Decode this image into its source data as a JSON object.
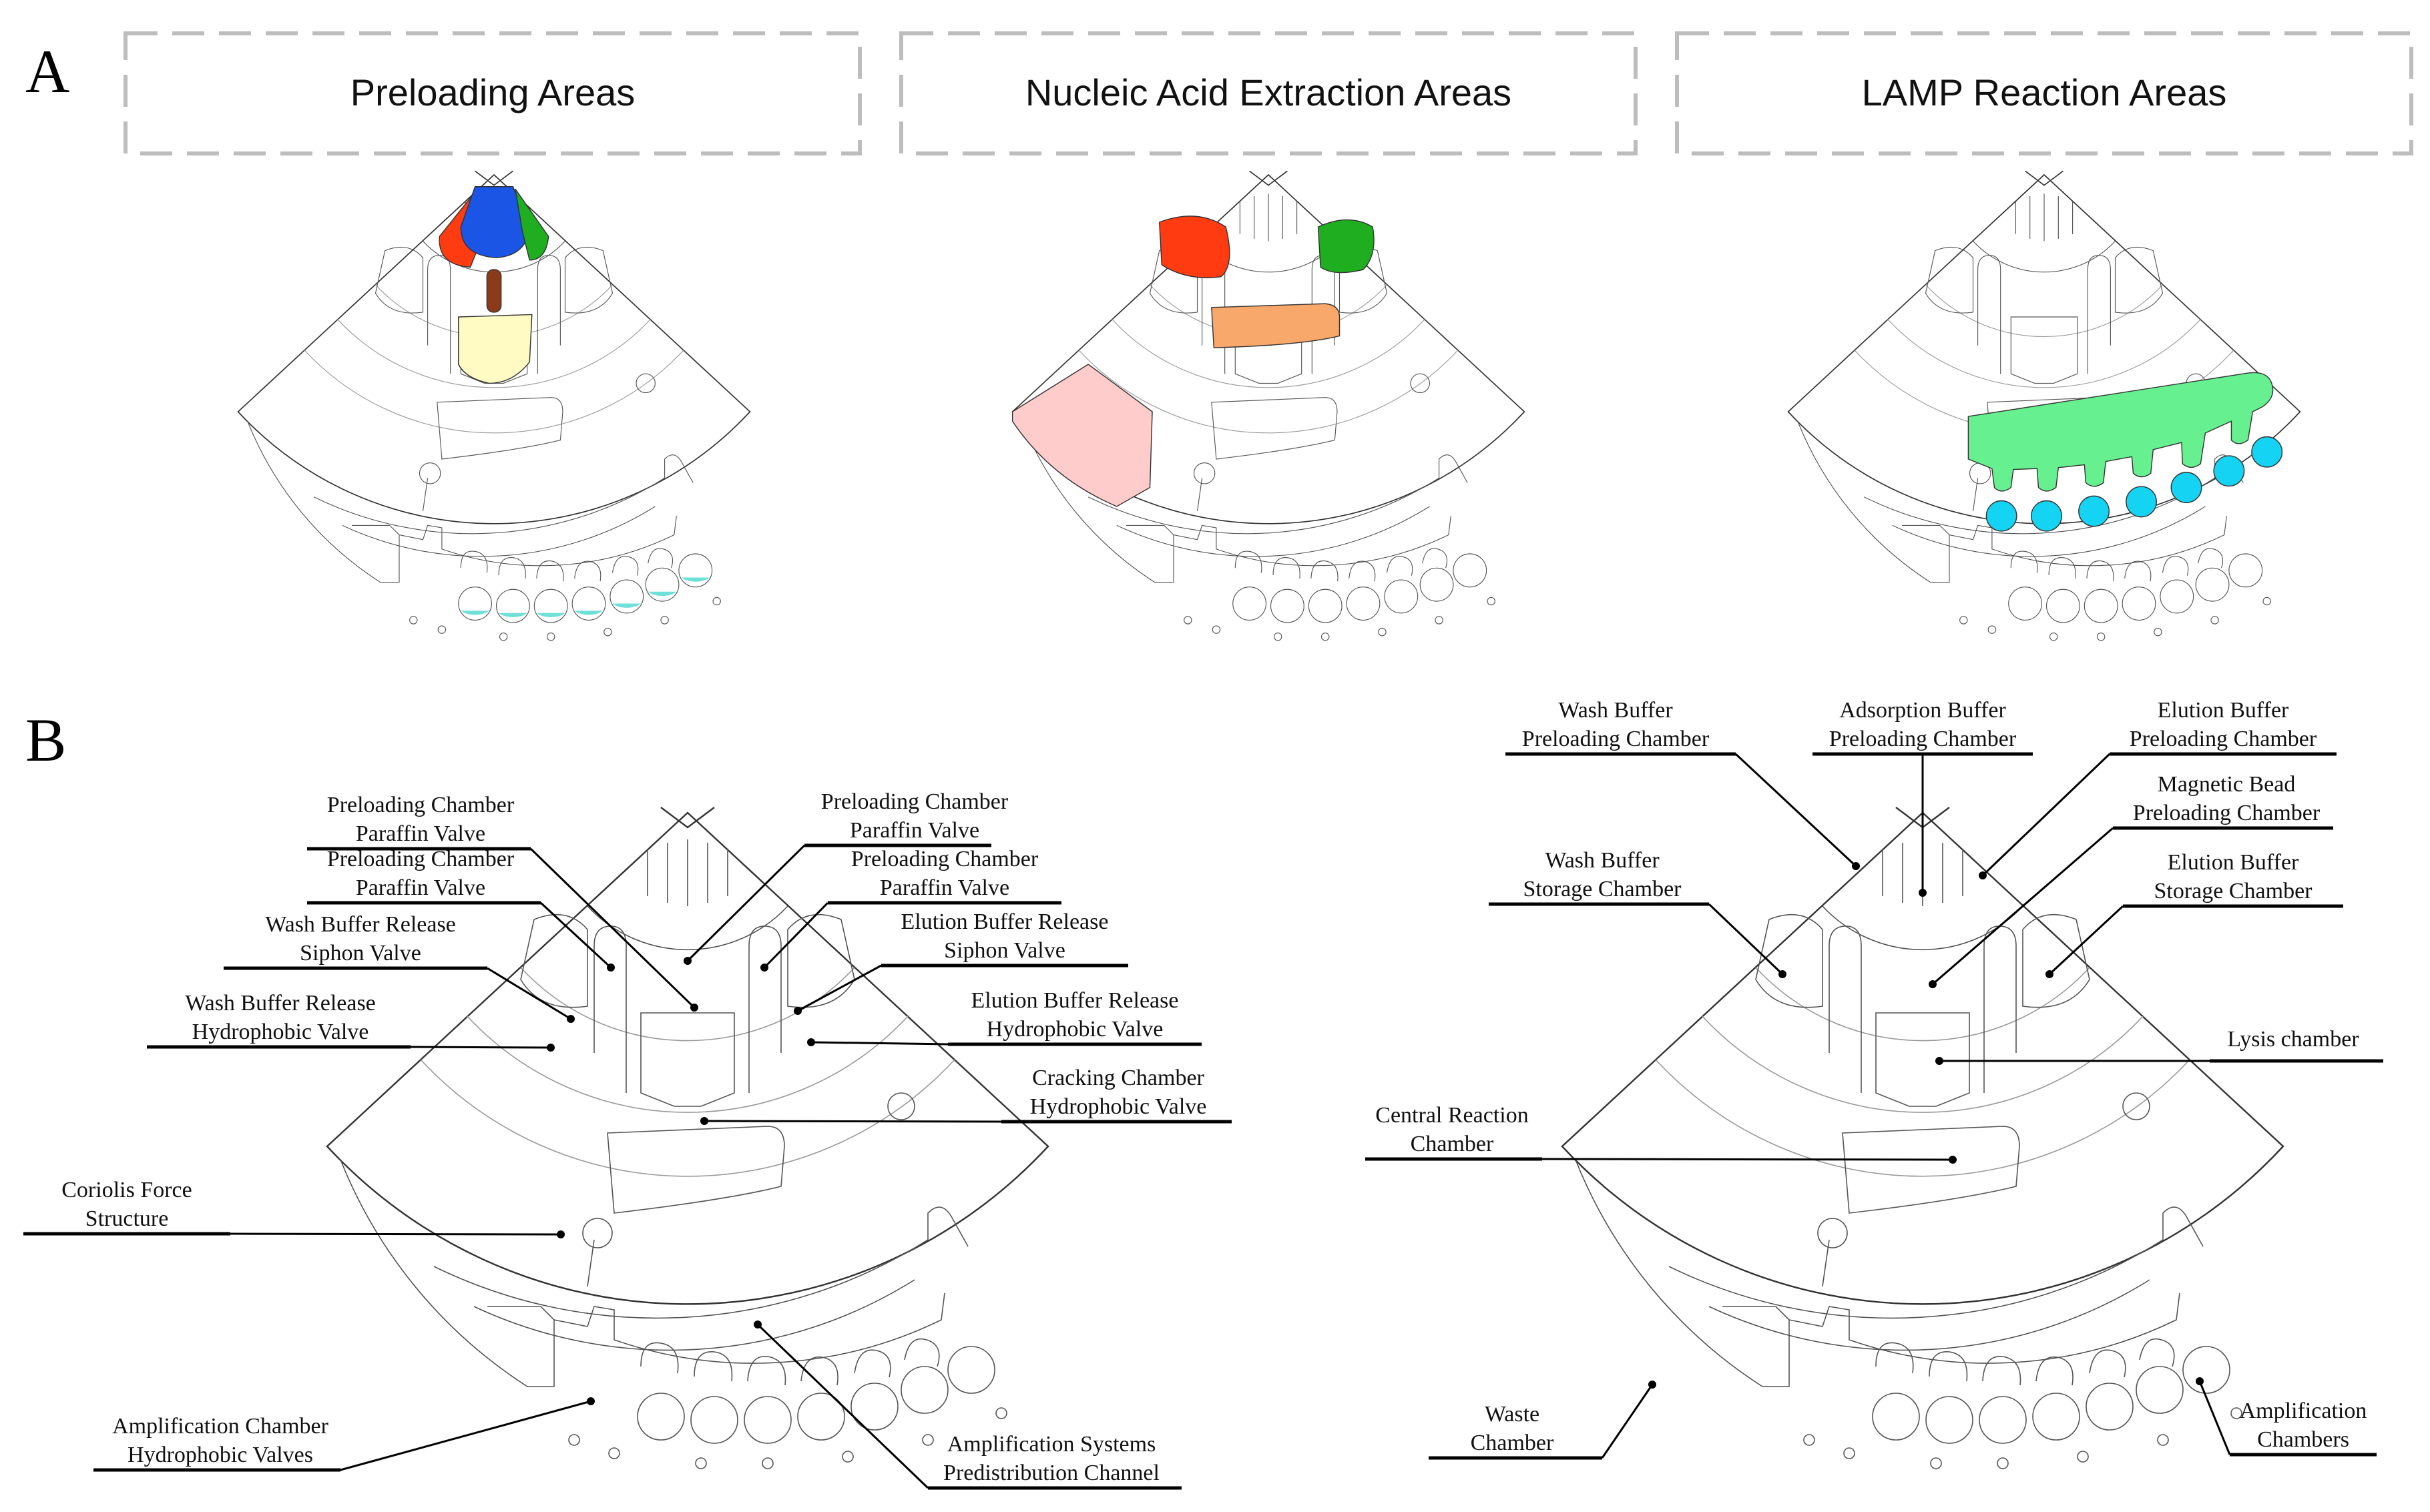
{
  "panels": {
    "a_letter": "A",
    "b_letter": "B"
  },
  "headers": [
    {
      "text": "Preloading Areas"
    },
    {
      "text": "Nucleic Acid Extraction Areas"
    },
    {
      "text": "LAMP Reaction Areas"
    }
  ],
  "colors": {
    "red": "#ff3b12",
    "blue": "#1a55e6",
    "green": "#1fae1f",
    "brown": "#8b3a1a",
    "pale_yellow": "#fffbc2",
    "orange": "#f8a86a",
    "pink": "#ffcccc",
    "mint": "#66f08f",
    "cyan": "#15d3f2",
    "teal_fill": "#6fe0d8"
  },
  "labels_left": [
    {
      "line1": "Preloading Chamber",
      "line2": "Paraffin Valve"
    },
    {
      "line1": "Preloading Chamber",
      "line2": "Paraffin Valve"
    },
    {
      "line1": "Wash Buffer Release",
      "line2": "Siphon Valve"
    },
    {
      "line1": "Wash Buffer Release",
      "line2": "Hydrophobic Valve"
    },
    {
      "line1": "Preloading Chamber",
      "line2": "Paraffin Valve"
    },
    {
      "line1": "Preloading Chamber",
      "line2": "Paraffin Valve"
    },
    {
      "line1": "Elution Buffer Release",
      "line2": "Siphon Valve"
    },
    {
      "line1": "Elution Buffer Release",
      "line2": "Hydrophobic Valve"
    },
    {
      "line1": "Cracking Chamber",
      "line2": "Hydrophobic Valve"
    },
    {
      "line1": "Coriolis Force",
      "line2": "Structure"
    },
    {
      "line1": "Amplification Chamber",
      "line2": "Hydrophobic Valves"
    },
    {
      "line1": "Amplification Systems",
      "line2": "Predistribution Channel"
    }
  ],
  "labels_right": [
    {
      "line1": "Wash Buffer",
      "line2": "Preloading Chamber"
    },
    {
      "line1": "Adsorption Buffer",
      "line2": "Preloading Chamber"
    },
    {
      "line1": "Elution Buffer",
      "line2": "Preloading Chamber"
    },
    {
      "line1": "Magnetic Bead",
      "line2": "Preloading Chamber"
    },
    {
      "line1": "Wash Buffer",
      "line2": "Storage Chamber"
    },
    {
      "line1": "Elution Buffer",
      "line2": "Storage Chamber"
    },
    {
      "line1": "Lysis chamber",
      "line2": ""
    },
    {
      "line1": "Central Reaction",
      "line2": "Chamber"
    },
    {
      "line1": "Waste",
      "line2": "Chamber"
    },
    {
      "line1": "Amplification",
      "line2": "Chambers"
    }
  ]
}
